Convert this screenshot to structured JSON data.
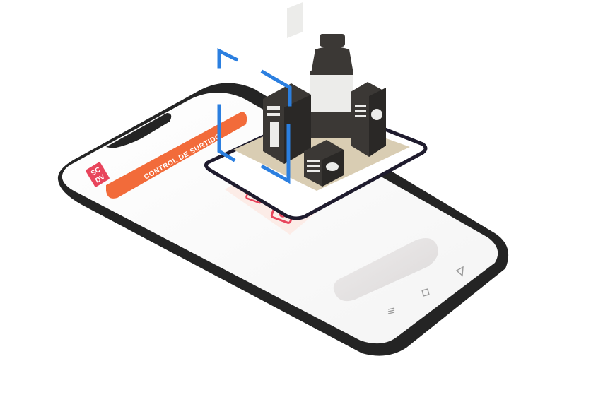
{
  "app": {
    "logo_line1": "SC",
    "logo_line2": "DV",
    "banner_title": "CONTROL DE SURTIDO"
  },
  "nav": {
    "back_icon": "triangle-back-icon",
    "home_icon": "square-home-icon",
    "menu_icon": "menu-lines-icon"
  },
  "colors": {
    "phone_body": "#242424",
    "screen": "#f7f7f7",
    "banner": "#f26b3a",
    "logo": "#e8455c",
    "scan_frame": "#2b7fe0",
    "platform_outline": "#1f1c2e",
    "platform_fill": "#d9cdb3",
    "products_dark": "#3b3835",
    "button": "#e6e4e4"
  }
}
